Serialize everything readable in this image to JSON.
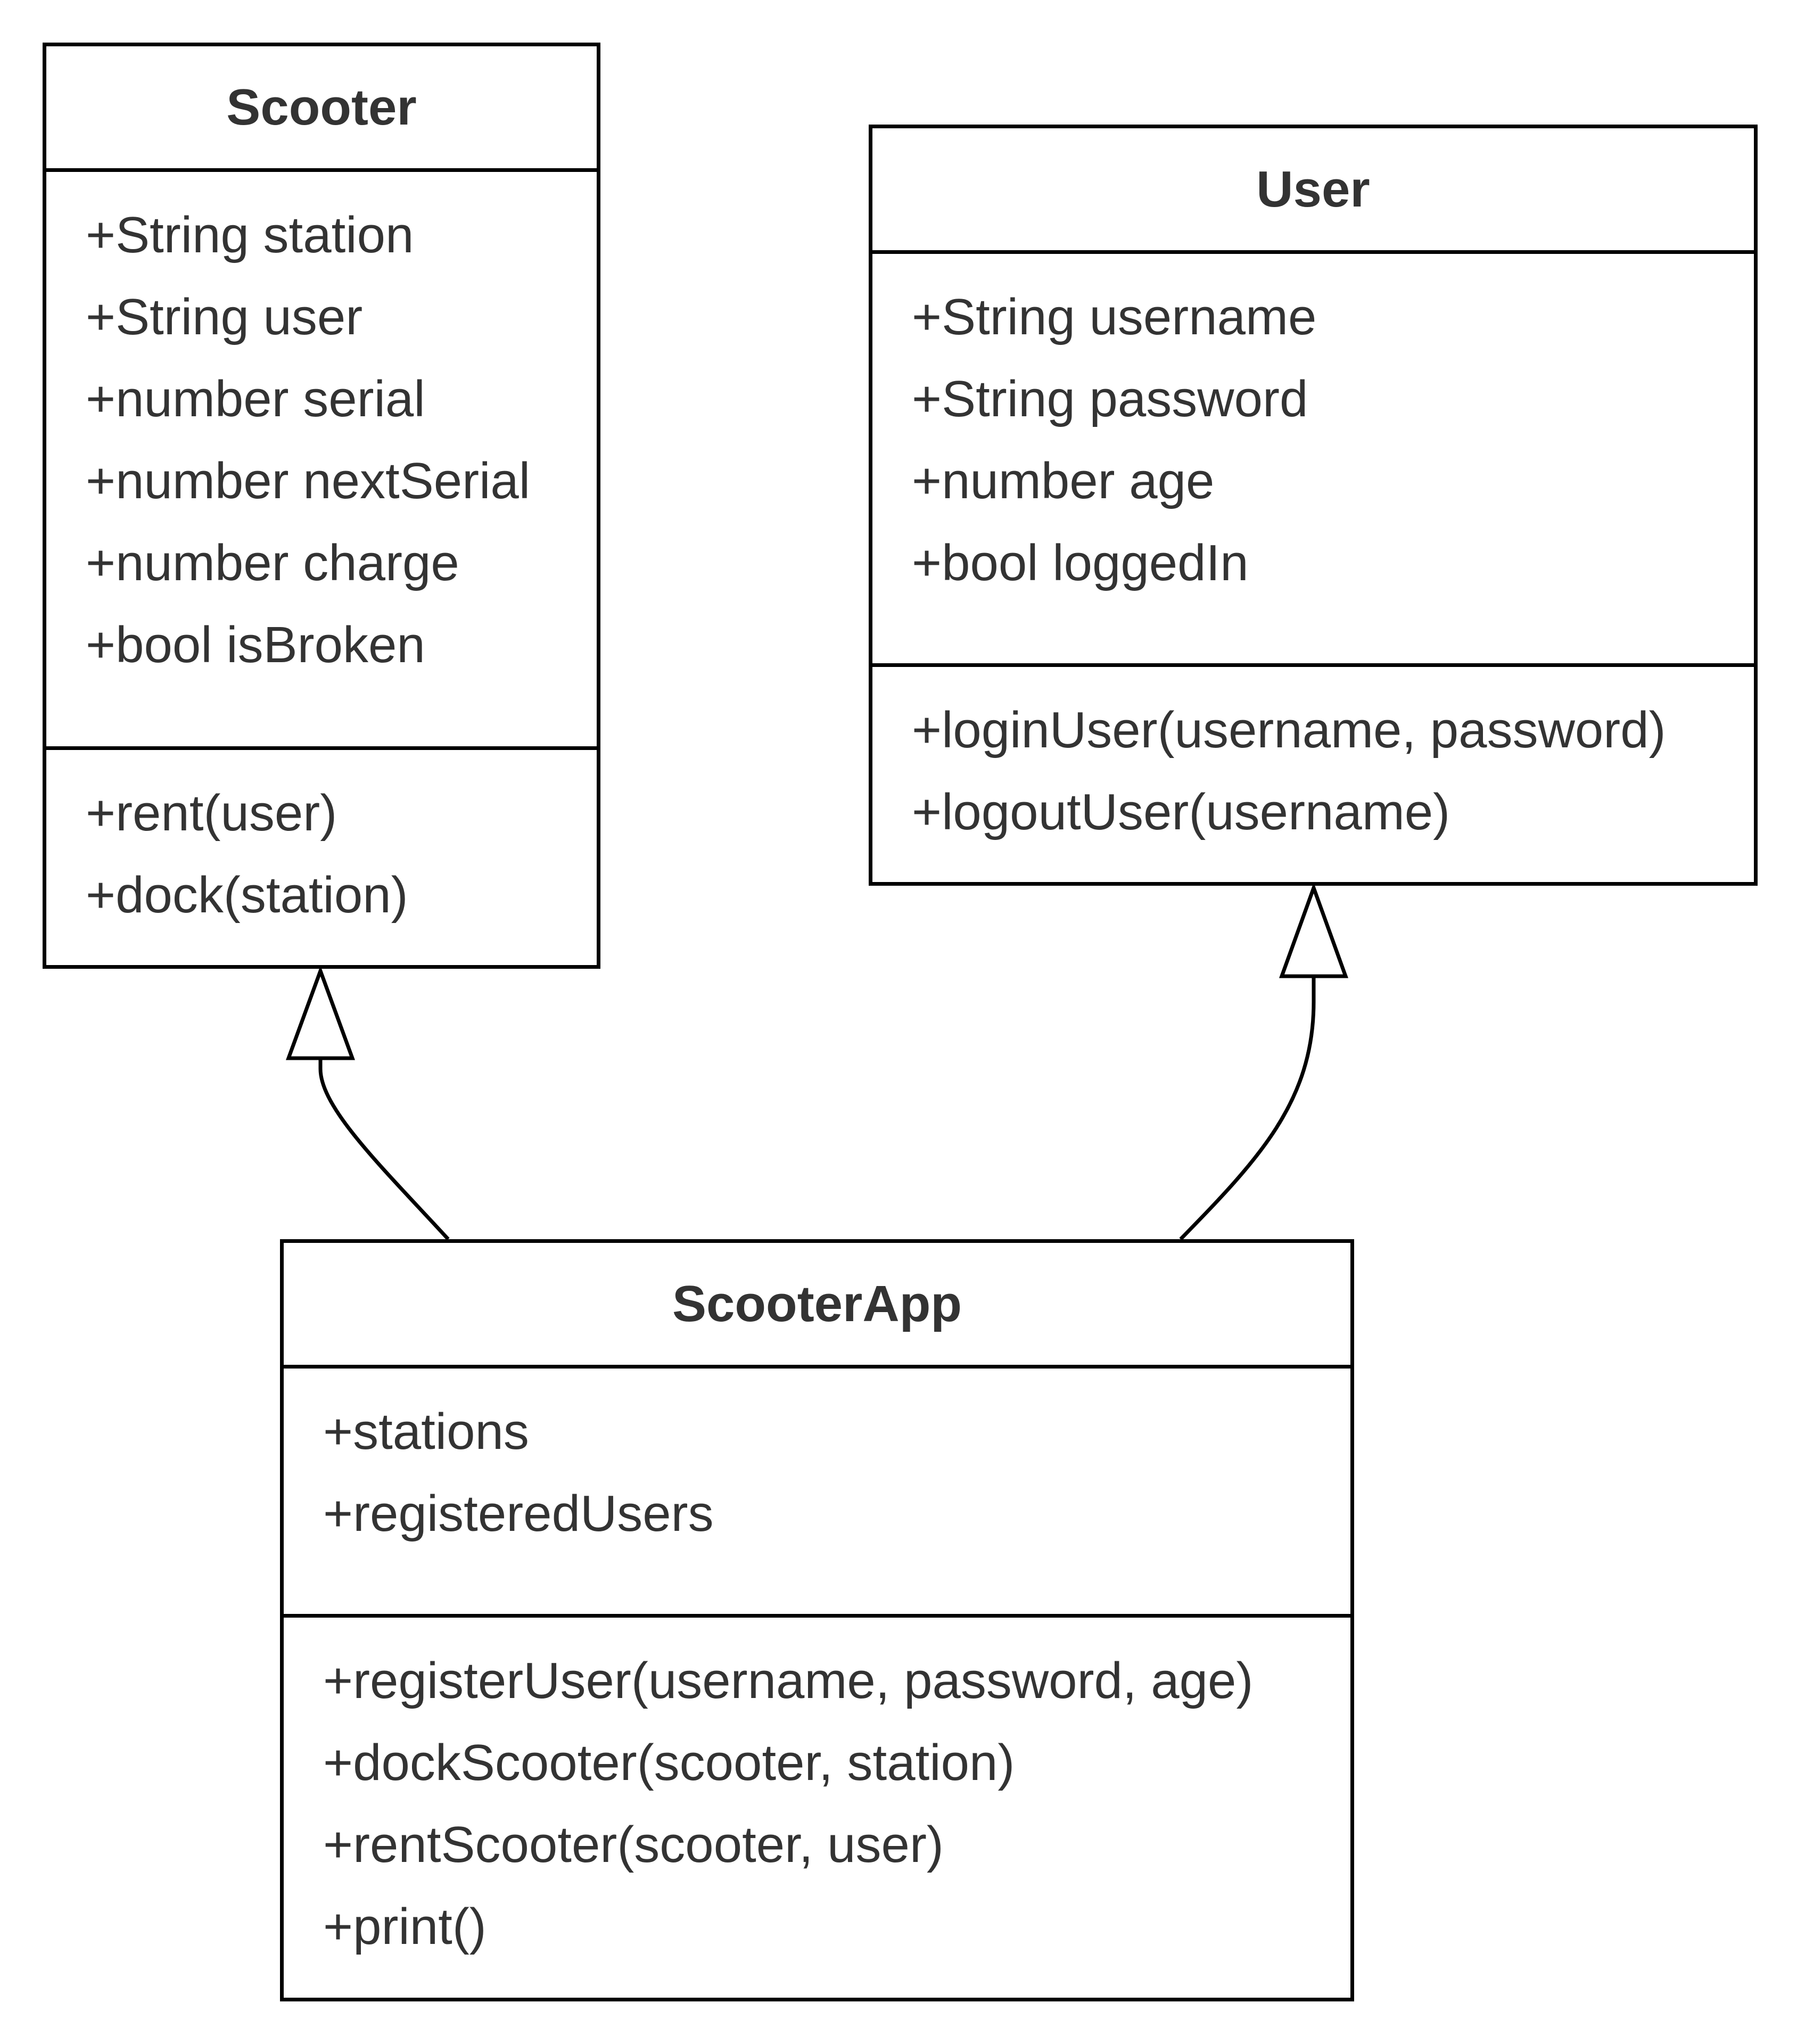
{
  "diagram": {
    "classes": {
      "scooter": {
        "name": "Scooter",
        "attributes": [
          "+String station",
          "+String user",
          "+number serial",
          "+number nextSerial",
          "+number charge",
          "+bool isBroken"
        ],
        "methods": [
          "+rent(user)",
          "+dock(station)"
        ]
      },
      "user": {
        "name": "User",
        "attributes": [
          "+String username",
          "+String password",
          "+number age",
          "+bool loggedIn"
        ],
        "methods": [
          "+loginUser(username, password)",
          "+logoutUser(username)"
        ]
      },
      "scooterapp": {
        "name": "ScooterApp",
        "attributes": [
          "+stations",
          "+registeredUsers"
        ],
        "methods": [
          "+registerUser(username, password, age)",
          "+dockScooter(scooter, station)",
          "+rentScooter(scooter, user)",
          "+print()"
        ]
      }
    },
    "relationships": [
      {
        "type": "generalization",
        "from": "ScooterApp",
        "to": "Scooter"
      },
      {
        "type": "generalization",
        "from": "ScooterApp",
        "to": "User"
      }
    ],
    "colors": {
      "line": "#000000",
      "text": "#333333",
      "background": "#ffffff"
    }
  }
}
